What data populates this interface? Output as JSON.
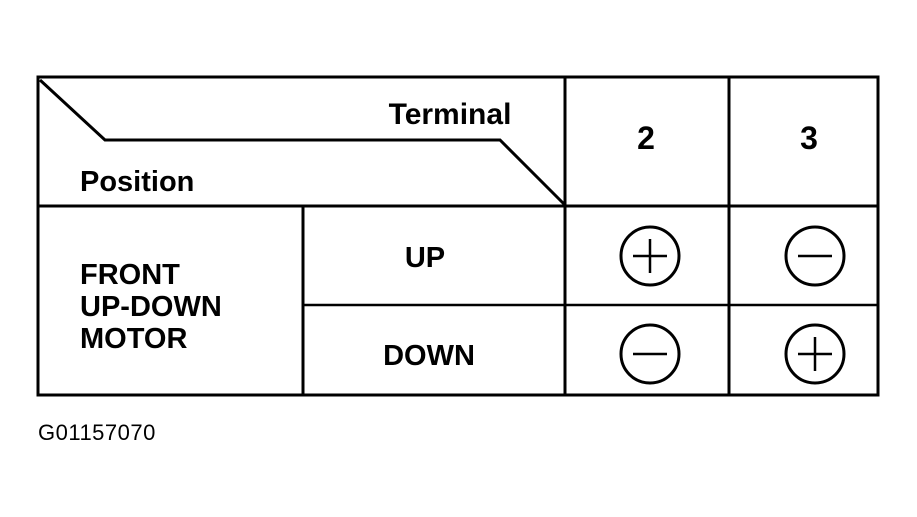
{
  "header": {
    "terminal_label": "Terminal",
    "position_label": "Position",
    "terminals": [
      "2",
      "3"
    ]
  },
  "row_group": {
    "label_lines": [
      "FRONT",
      "UP-DOWN",
      "MOTOR"
    ]
  },
  "rows": [
    {
      "position": "UP",
      "polarity": [
        "plus",
        "minus"
      ]
    },
    {
      "position": "DOWN",
      "polarity": [
        "minus",
        "plus"
      ]
    }
  ],
  "caption": "G01157070"
}
